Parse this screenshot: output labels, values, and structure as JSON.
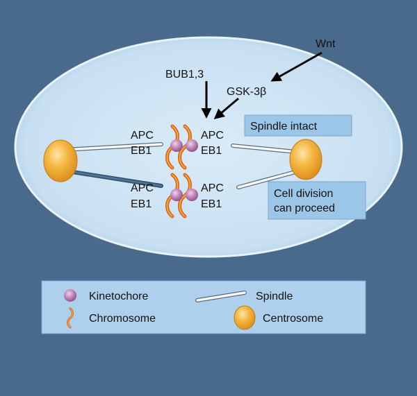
{
  "labels": {
    "wnt": "Wnt",
    "bub": "BUB1,3",
    "gsk": "GSK-3β",
    "apc_ul": "APC",
    "eb1_ul": "EB1",
    "apc_ll": "APC",
    "eb1_ll": "EB1",
    "apc_ur": "APC",
    "eb1_ur": "EB1",
    "apc_lr": "APC",
    "eb1_lr": "EB1",
    "spindle_intact": "Spindle intact",
    "cell_division_1": "Cell division",
    "cell_division_2": "can proceed"
  },
  "legend": {
    "kinetochore": "Kinetochore",
    "chromosome": "Chromosome",
    "spindle": "Spindle",
    "centrosome": "Centrosome"
  },
  "colors": {
    "background": "#4a6a8c",
    "cell_fill": "#cfe4f4",
    "box_fill": "#9bc6e8",
    "centrosome": "#f0a830",
    "kinetochore": "#b87fb0",
    "chromosome": "#e8702a"
  }
}
